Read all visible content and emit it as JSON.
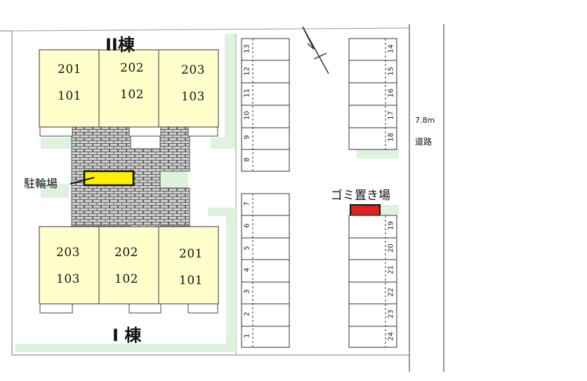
{
  "buildings": {
    "north": {
      "title": "II棟",
      "units": [
        {
          "upper": "201",
          "lower": "101"
        },
        {
          "upper": "202",
          "lower": "102"
        },
        {
          "upper": "203",
          "lower": "103"
        }
      ]
    },
    "south": {
      "title": "I 棟",
      "units": [
        {
          "upper": "203",
          "lower": "103"
        },
        {
          "upper": "202",
          "lower": "102"
        },
        {
          "upper": "201",
          "lower": "101"
        }
      ]
    }
  },
  "bicycle_parking_label": "駐輪場",
  "garbage_area_label": "ゴミ置き場",
  "road": {
    "width": "7.8m",
    "label": "道路"
  },
  "parking": {
    "left_upper": [
      "13",
      "12",
      "11",
      "10",
      "9",
      "8"
    ],
    "left_lower": [
      "7",
      "6",
      "5",
      "4",
      "3",
      "2",
      "1"
    ],
    "right_upper": [
      "14",
      "15",
      "16",
      "17",
      "18"
    ],
    "right_lower": [
      "19",
      "20",
      "21",
      "22",
      "23",
      "24"
    ]
  },
  "colors": {
    "building_fill": "#ffffcc",
    "lawn": "#ddf3dd",
    "paving": "#cfcfcf",
    "bike_rack": "#ffee00",
    "garbage": "#e02020",
    "step_pad": "#f2c9b8"
  }
}
